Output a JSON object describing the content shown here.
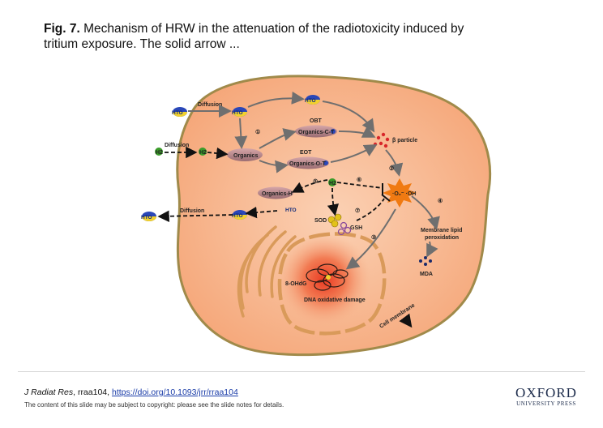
{
  "header": {
    "fig_label": "Fig. 7.",
    "title_text": " Mechanism of HRW in the attenuation of the radiotoxicity induced by tritium exposure. The solid arrow ..."
  },
  "diagram": {
    "hto": "HTO",
    "h2": "H2",
    "diffusion": "Diffusion",
    "organics": "Organics",
    "obt": "OBT",
    "organics_c_t": "Organics-C-T",
    "eot": "EOT",
    "organics_o_t": "Organics-O-T",
    "organics_h": "Organics-H",
    "beta_particle": "β particle",
    "ros": "·O₂⁻ ·OH",
    "sod": "SOD",
    "gsh": "GSH",
    "membrane_lipid_peroxidation_1": "Membrane lipid",
    "membrane_lipid_peroxidation_2": "peroxidation",
    "mda": "MDA",
    "ohdg": "8-OHdG",
    "dna_damage": "DNA oxidative damage",
    "cell_membrane": "Cell membrane",
    "steps": [
      "①",
      "②",
      "③",
      "④",
      "⑤",
      "⑥",
      "⑦"
    ],
    "colors": {
      "cell_fill": "#f7b68e",
      "cell_border": "#a08a4a",
      "organics_pill": "#b98a8e",
      "hto_blue": "#2a47b8",
      "hto_yellow": "#f2d12e",
      "h2_green": "#3a9b2a",
      "ros_orange": "#f07a12",
      "beta_red": "#d8262a",
      "nucleus_red": "#e8412a"
    }
  },
  "footer": {
    "journal": "J Radiat Res",
    "article_id": ", rraa104, ",
    "doi": "https://doi.org/10.1093/jrr/rraa104",
    "note": "The content of this slide may be subject to copyright: please see the slide notes for details.",
    "publisher_line1": "OXFORD",
    "publisher_line2": "UNIVERSITY PRESS"
  }
}
